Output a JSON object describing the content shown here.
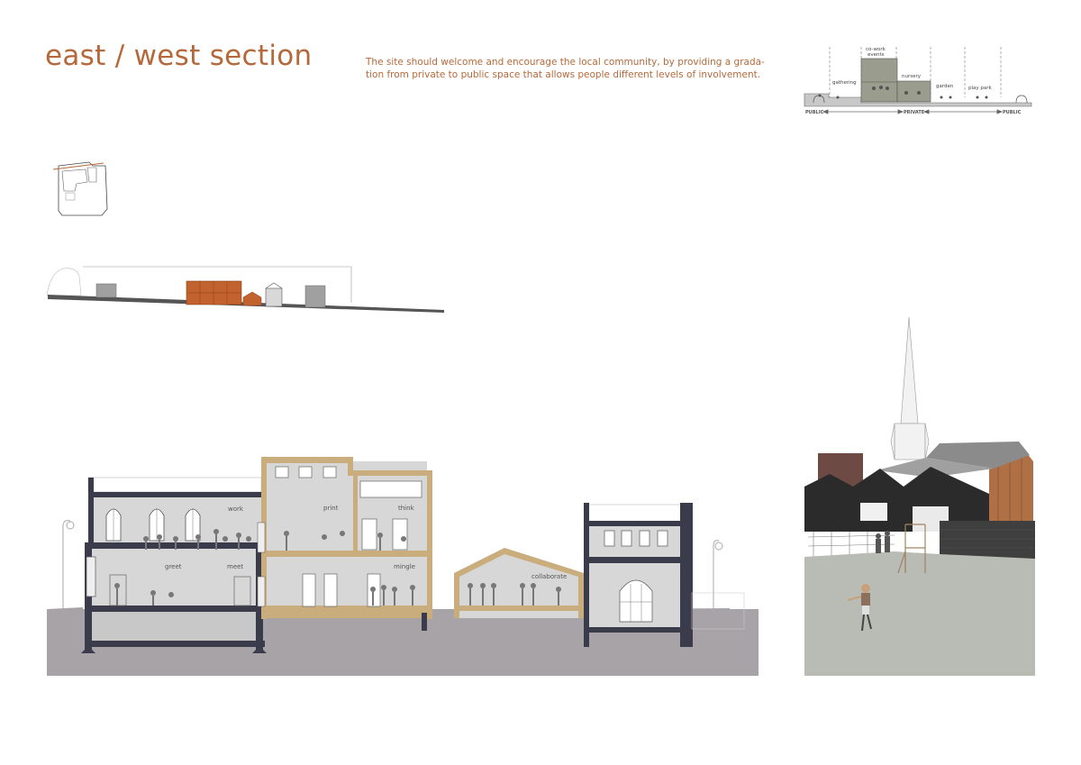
{
  "header": {
    "title": "east / west section",
    "description_lines": [
      "The site should welcome and encourage the local community, by providing a grada-",
      "tion from private to public space that allows people different levels of involvement."
    ]
  },
  "gradient_diagram": {
    "zones": [
      "gathering",
      "co-work",
      "events",
      "nursery",
      "garden",
      "play park"
    ],
    "scale": {
      "left": "PUBLIC",
      "middle": "PRIVATE",
      "right": "PUBLIC"
    }
  },
  "section": {
    "rooms": [
      "work",
      "print",
      "think",
      "greet",
      "meet",
      "mingle",
      "collaborate"
    ]
  },
  "colors": {
    "accent": "#b5693a",
    "timber": "#c9ad7c",
    "structure": "#3a3c4c",
    "ground": "#a7a3a7",
    "interior": "#d8d7d7",
    "zone_fill": "#9a9d8d"
  }
}
